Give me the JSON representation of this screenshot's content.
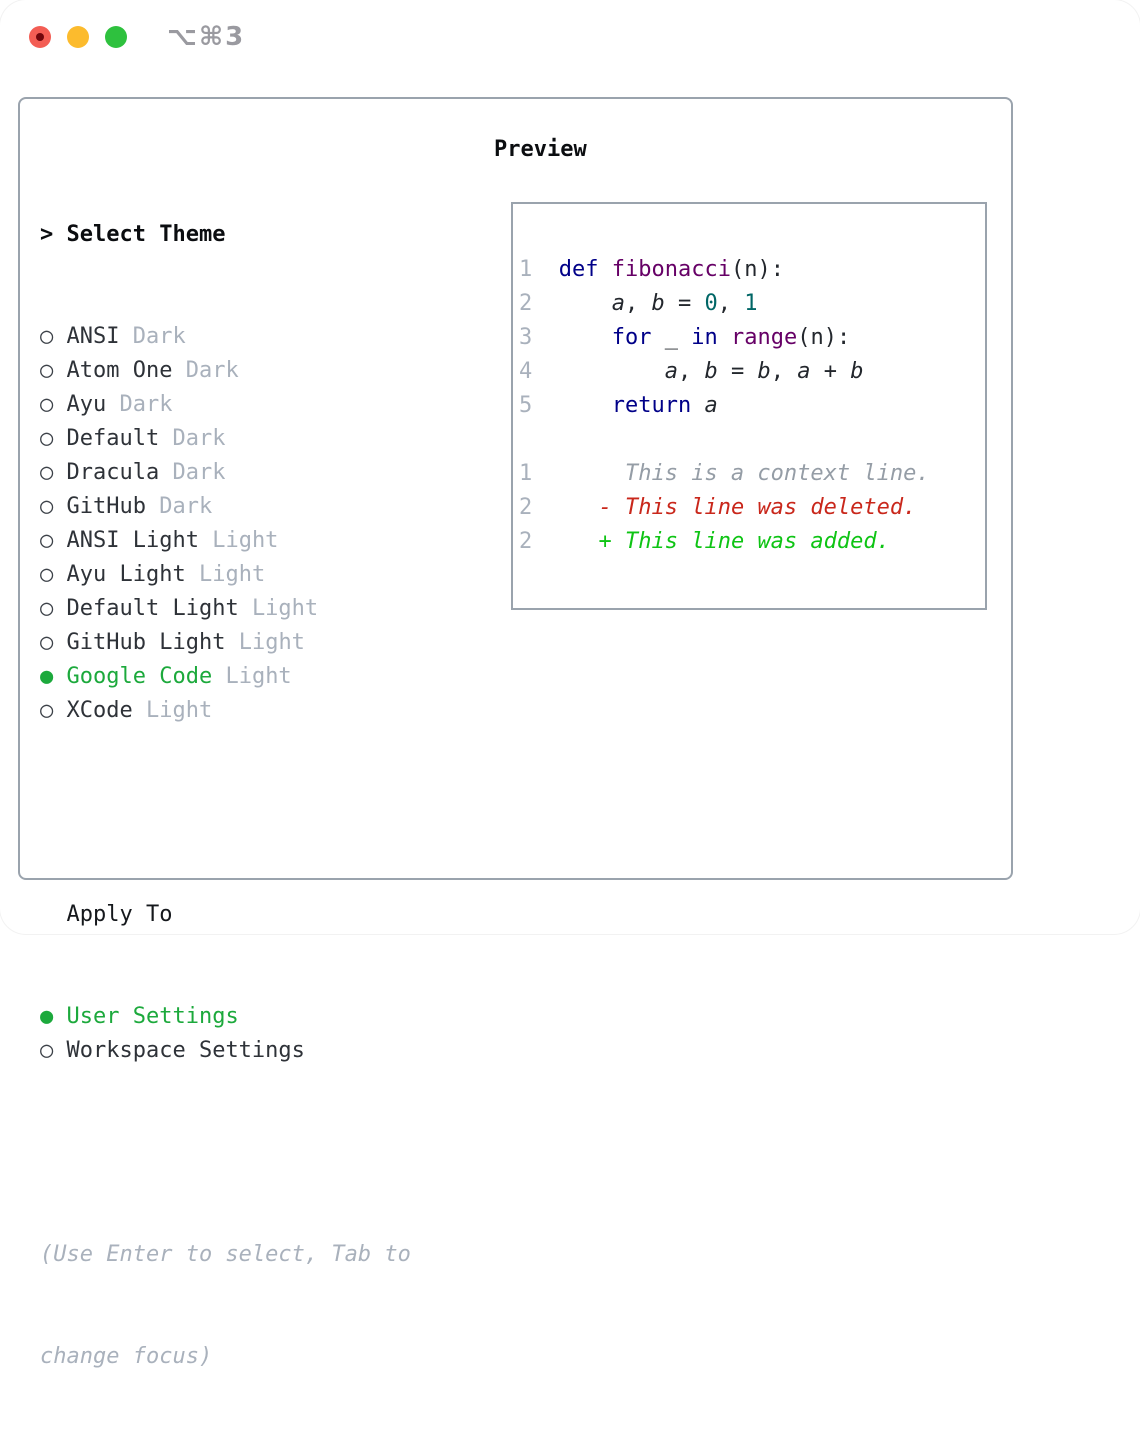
{
  "window": {
    "title": "⌥⌘3",
    "traffic_lights": [
      "close",
      "minimize",
      "zoom"
    ]
  },
  "theme_select": {
    "header_prefix": ">",
    "header": "Select Theme",
    "items": [
      {
        "name": "ANSI",
        "variant": "Dark",
        "selected": false
      },
      {
        "name": "Atom One",
        "variant": "Dark",
        "selected": false
      },
      {
        "name": "Ayu",
        "variant": "Dark",
        "selected": false
      },
      {
        "name": "Default",
        "variant": "Dark",
        "selected": false
      },
      {
        "name": "Dracula",
        "variant": "Dark",
        "selected": false
      },
      {
        "name": "GitHub",
        "variant": "Dark",
        "selected": false
      },
      {
        "name": "ANSI Light",
        "variant": "Light",
        "selected": false
      },
      {
        "name": "Ayu Light",
        "variant": "Light",
        "selected": false
      },
      {
        "name": "Default Light",
        "variant": "Light",
        "selected": false
      },
      {
        "name": "GitHub Light",
        "variant": "Light",
        "selected": false
      },
      {
        "name": "Google Code",
        "variant": "Light",
        "selected": true
      },
      {
        "name": "XCode",
        "variant": "Light",
        "selected": false
      }
    ],
    "marker_unselected": "○",
    "marker_selected": "●"
  },
  "apply_to": {
    "header": "Apply To",
    "items": [
      {
        "name": "User Settings",
        "selected": true
      },
      {
        "name": "Workspace Settings",
        "selected": false
      }
    ]
  },
  "hint": {
    "line1": "(Use Enter to select, Tab to",
    "line2": "change focus)"
  },
  "preview": {
    "header": "Preview",
    "code_lines": [
      {
        "num": "1",
        "tokens": [
          {
            "t": "def",
            "c": "kw"
          },
          {
            "t": " ",
            "c": "pl"
          },
          {
            "t": "fibonacci",
            "c": "fn"
          },
          {
            "t": "(n):",
            "c": "pl"
          }
        ]
      },
      {
        "num": "2",
        "tokens": [
          {
            "t": "    ",
            "c": "pl"
          },
          {
            "t": "a",
            "c": "var"
          },
          {
            "t": ", ",
            "c": "pl"
          },
          {
            "t": "b",
            "c": "var"
          },
          {
            "t": " = ",
            "c": "pl"
          },
          {
            "t": "0",
            "c": "num"
          },
          {
            "t": ", ",
            "c": "pl"
          },
          {
            "t": "1",
            "c": "num"
          }
        ]
      },
      {
        "num": "3",
        "tokens": [
          {
            "t": "    ",
            "c": "pl"
          },
          {
            "t": "for",
            "c": "kw"
          },
          {
            "t": " _ ",
            "c": "pl"
          },
          {
            "t": "in",
            "c": "kw"
          },
          {
            "t": " ",
            "c": "pl"
          },
          {
            "t": "range",
            "c": "fn"
          },
          {
            "t": "(n):",
            "c": "pl"
          }
        ]
      },
      {
        "num": "4",
        "tokens": [
          {
            "t": "        ",
            "c": "pl"
          },
          {
            "t": "a",
            "c": "var"
          },
          {
            "t": ", ",
            "c": "pl"
          },
          {
            "t": "b",
            "c": "var"
          },
          {
            "t": " = ",
            "c": "pl"
          },
          {
            "t": "b",
            "c": "var"
          },
          {
            "t": ", ",
            "c": "pl"
          },
          {
            "t": "a",
            "c": "var"
          },
          {
            "t": " + ",
            "c": "pl"
          },
          {
            "t": "b",
            "c": "var"
          }
        ]
      },
      {
        "num": "5",
        "tokens": [
          {
            "t": "    ",
            "c": "pl"
          },
          {
            "t": "return",
            "c": "kw"
          },
          {
            "t": " ",
            "c": "pl"
          },
          {
            "t": "a",
            "c": "var"
          }
        ]
      },
      {
        "num": "",
        "tokens": []
      },
      {
        "num": "1",
        "tokens": [
          {
            "t": "     This is a context line.",
            "c": "ctx"
          }
        ]
      },
      {
        "num": "2",
        "tokens": [
          {
            "t": "   ",
            "c": "pl"
          },
          {
            "t": "- This line was deleted.",
            "c": "del"
          }
        ]
      },
      {
        "num": "2",
        "tokens": [
          {
            "t": "   ",
            "c": "pl"
          },
          {
            "t": "+ This line was added.",
            "c": "add"
          }
        ]
      }
    ]
  },
  "colors": {
    "accent_green": "#1ca93c",
    "diff_red": "#c9271b",
    "diff_green": "#0ec414",
    "keyword_navy": "#000088",
    "function_purple": "#660066",
    "literal_teal": "#006666",
    "muted_gray": "#a9b1bc",
    "border_gray": "#9aa3ad",
    "traffic_red": "#f35d54",
    "traffic_yellow": "#fcbb2d",
    "traffic_green": "#2ec13e"
  }
}
